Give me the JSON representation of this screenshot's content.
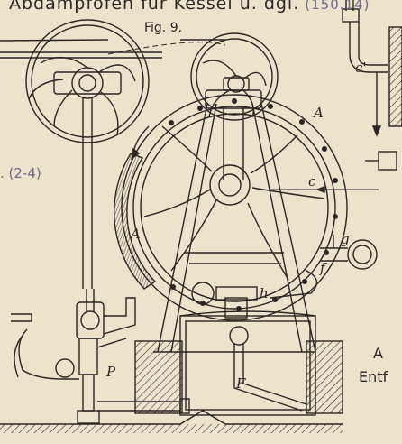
{
  "header": {
    "title": "Abdampfofen für Kessel u. dgl.",
    "page_ref": "(150.14)",
    "figure": "Fig. 9."
  },
  "margin": {
    "reference": ". (2-4)",
    "side_text_1": "A",
    "side_text_2": "Entf"
  },
  "labels": {
    "A_upper": "A",
    "A_lower": "A",
    "c_right": "c",
    "c_left": "c'",
    "g": "g",
    "f": "f",
    "h": "h",
    "F": "F",
    "P": "P"
  },
  "colors": {
    "paper": "#ece3cb",
    "ink": "#2a2623",
    "pencil": "#6d6a8c"
  }
}
